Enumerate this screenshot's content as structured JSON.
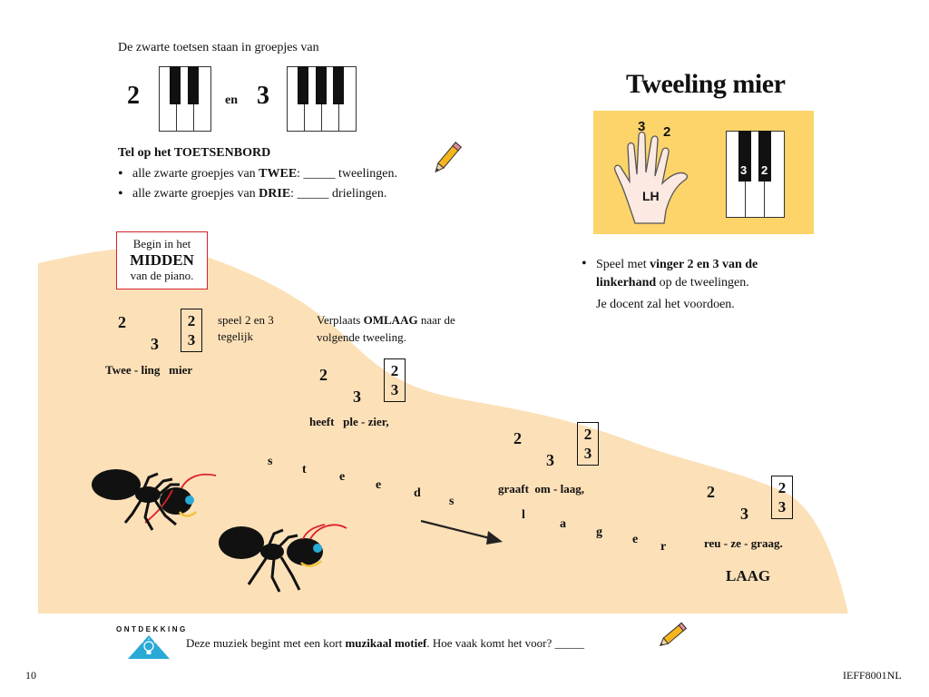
{
  "intro": {
    "text": "De zwarte toetsen staan in groepjes van",
    "num_two": "2",
    "word_en": "en",
    "num_three": "3"
  },
  "count_section": {
    "heading": "Tel op het TOETSENBORD",
    "line1_pre": "alle zwarte groepjes van ",
    "line1_bold": "TWEE",
    "line1_post": ": _____ tweelingen.",
    "line2_pre": "alle zwarte groepjes van ",
    "line2_bold": "DRIE",
    "line2_post": ":   _____ drielingen."
  },
  "title": "Tweeling mier",
  "hand_diagram": {
    "finger3": "3",
    "finger2": "2",
    "hand_label": "LH",
    "key_label_3": "3",
    "key_label_2": "2",
    "panel_color": "#fcd46a"
  },
  "instructions": {
    "bullet_pre": "Speel met ",
    "bullet_bold1": "vinger 2 en 3 van de",
    "bullet_bold2": "linkerhand",
    "bullet_post": " op de tweelingen.",
    "teacher": "Je docent zal het voordoen."
  },
  "start_box": {
    "line1": "Begin in het",
    "line2": "MIDDEN",
    "line3": "van de piano."
  },
  "step1": {
    "n2": "2",
    "n3": "3",
    "box_top": "2",
    "box_bottom": "3",
    "note_line1": "speel 2 en 3",
    "note_line2": "tegelijk",
    "lyric": "Twee - ling   mier"
  },
  "move_note": {
    "pre": "Verplaats ",
    "bold": "OMLAAG",
    "post": " naar de",
    "line2": "volgende tweeling."
  },
  "step2": {
    "n2": "2",
    "n3": "3",
    "box_top": "2",
    "box_bottom": "3",
    "lyric": "heeft   ple - zier,"
  },
  "step3": {
    "n2": "2",
    "n3": "3",
    "box_top": "2",
    "box_bottom": "3",
    "lyric": "graaft  om - laag,"
  },
  "step4": {
    "n2": "2",
    "n3": "3",
    "box_top": "2",
    "box_bottom": "3",
    "lyric": "reu - ze - graag."
  },
  "steeds_letters": [
    "s",
    "t",
    "e",
    "e",
    "d",
    "s"
  ],
  "lager_letters": [
    "l",
    "a",
    "g",
    "e",
    "r"
  ],
  "laag_label": "LAAG",
  "discovery": {
    "label": "ONTDEKKING",
    "text_pre": "Deze muziek begint met een kort ",
    "text_bold": "muzikaal motief",
    "text_post": ". Hoe vaak komt het voor? _____"
  },
  "footer": {
    "page_number": "10",
    "code": "IEFF8001NL"
  },
  "colors": {
    "sand": "#fce0b8",
    "red_accent": "#d2232a",
    "ant_eye": "#29a9d6",
    "discovery_triangle": "#29a9d6"
  }
}
